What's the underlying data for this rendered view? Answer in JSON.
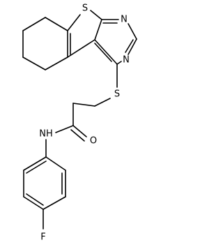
{
  "molecule": {
    "atoms": [
      {
        "id": "s_ring",
        "label": "S"
      },
      {
        "id": "n_top",
        "label": "N"
      },
      {
        "id": "n_mid",
        "label": "N"
      },
      {
        "id": "s_thio",
        "label": "S"
      },
      {
        "id": "o_carb",
        "label": "O"
      },
      {
        "id": "nh_amide",
        "label": "NH"
      },
      {
        "id": "f_sub",
        "label": "F"
      }
    ]
  }
}
